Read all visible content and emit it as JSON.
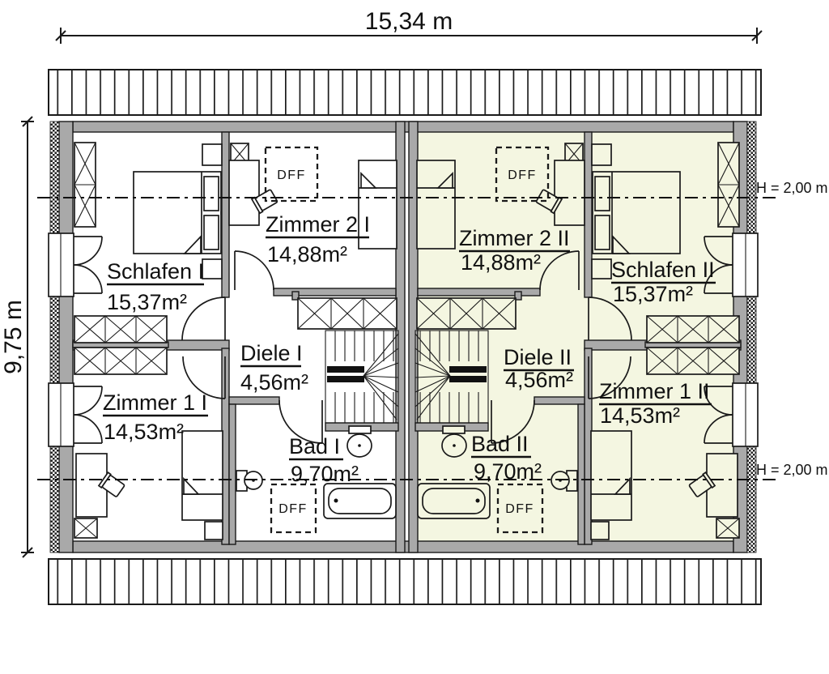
{
  "drawing": {
    "type": "floor-plan",
    "dimensions": {
      "width_label": "15,34 m",
      "depth_label": "9,75 m"
    },
    "height_markers": {
      "top": "H = 2,00 m",
      "bottom": "H = 2,00 m"
    },
    "skylights": {
      "unit1_zimmer2": "DFF",
      "unit1_bad": "DFF",
      "unit2_zimmer2": "DFF",
      "unit2_bad": "DFF"
    },
    "units": [
      {
        "id": "I",
        "rooms": {
          "schlafen": {
            "name": "Schlafen I",
            "area": "15,37m²"
          },
          "zimmer2": {
            "name": "Zimmer 2 I",
            "area": "14,88m²"
          },
          "diele": {
            "name": "Diele I",
            "area": "4,56m²"
          },
          "zimmer1": {
            "name": "Zimmer 1 I",
            "area": "14,53m²"
          },
          "bad": {
            "name": "Bad I",
            "area": "9,70m²"
          }
        }
      },
      {
        "id": "II",
        "rooms": {
          "schlafen": {
            "name": "Schlafen II",
            "area": "15,37m²"
          },
          "zimmer2": {
            "name": "Zimmer 2 II",
            "area": "14,88m²"
          },
          "diele": {
            "name": "Diele II",
            "area": "4,56m²"
          },
          "zimmer1": {
            "name": "Zimmer 1 II",
            "area": "14,53m²"
          },
          "bad": {
            "name": "Bad II",
            "area": "9,70m²"
          }
        }
      }
    ],
    "colors": {
      "unit2_floor_tint": "#f4f6e1",
      "wall_fill": "#a9a9a9",
      "line": "#111111"
    }
  }
}
